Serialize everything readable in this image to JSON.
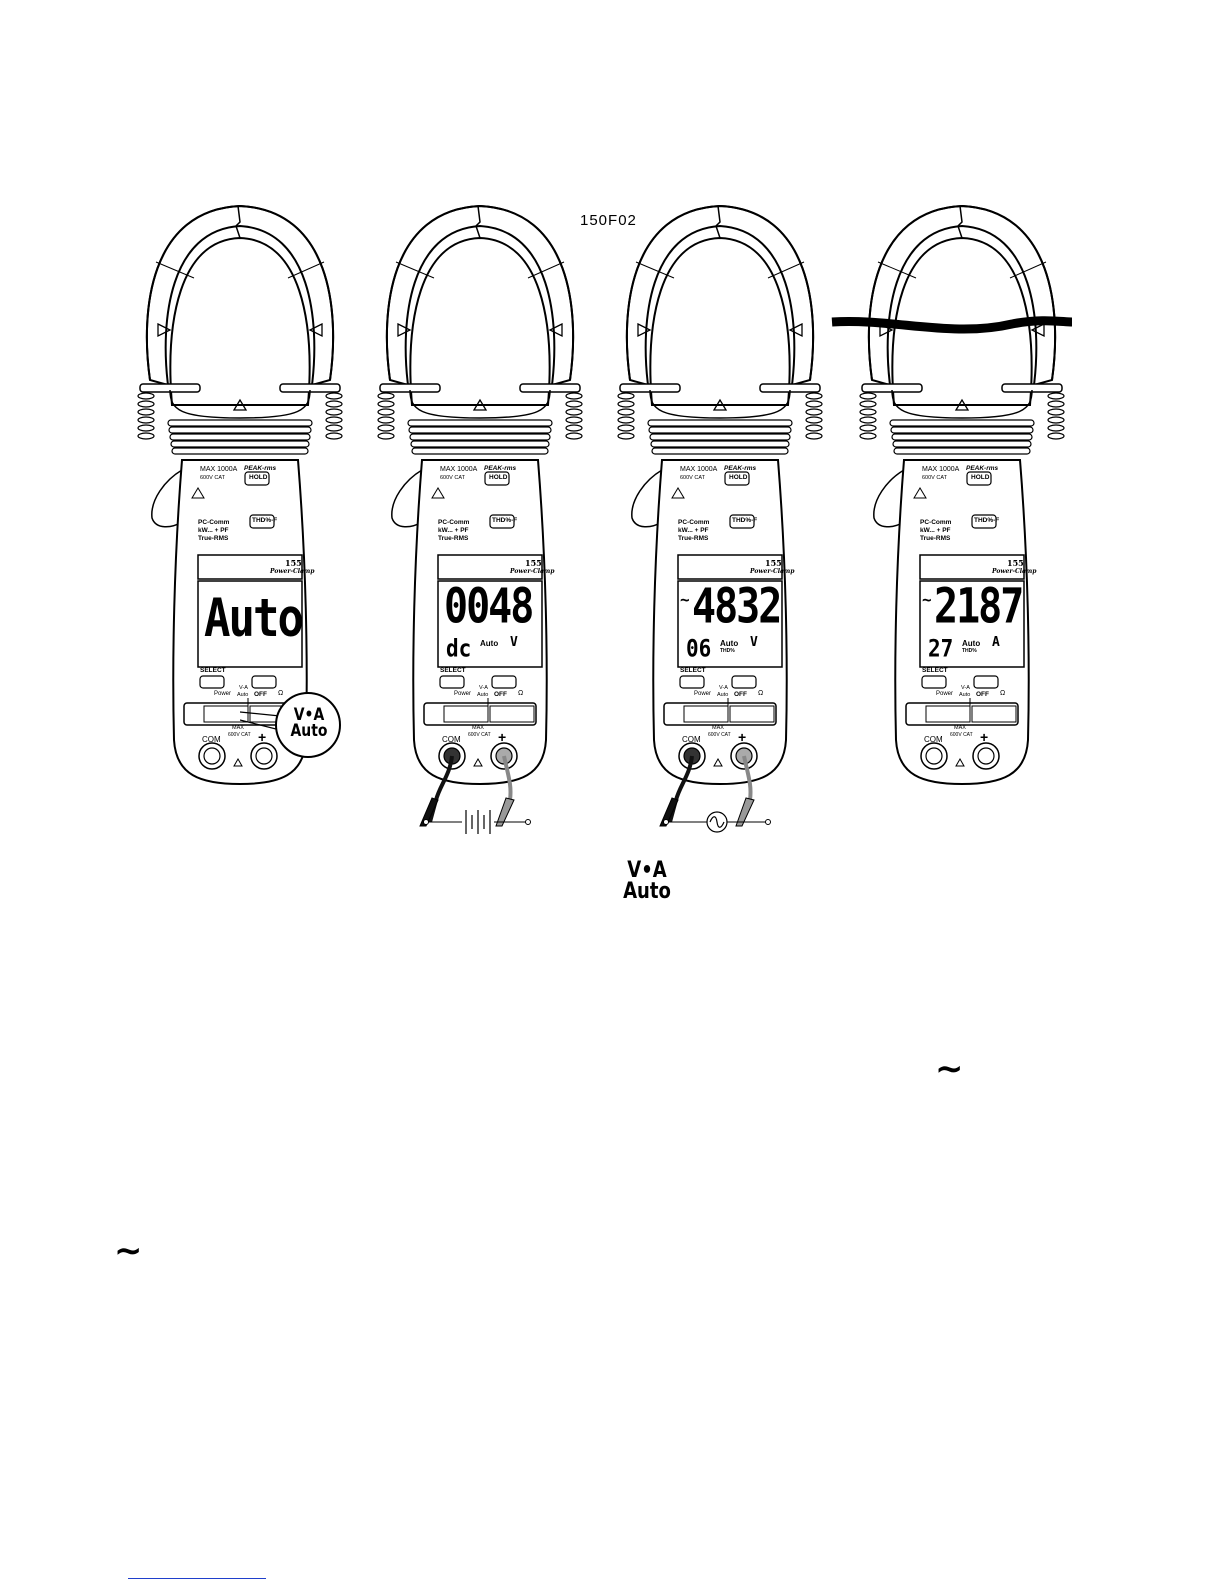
{
  "figure": {
    "id": "150F02"
  },
  "meter_common": {
    "max_current": "MAX 1000A",
    "category": "600V CAT",
    "peak_label": "PEAK-rms",
    "hold_label": "HOLD",
    "features": [
      "PC-Comm",
      "kW... + PF",
      "True-RMS"
    ],
    "thd_label": "THD%-F",
    "model": "155",
    "brand": "Power-Clamp",
    "select_label": "SELECT",
    "power_label": "Power",
    "va_label": "V-A",
    "auto_label": "Auto",
    "off_label": "OFF",
    "ohm_label": "Ω",
    "com_label": "COM",
    "max_label": "MAX",
    "plus_label": "+",
    "minus_label": "-"
  },
  "meters": [
    {
      "main": "Auto",
      "prefix": "",
      "sub_left": "",
      "sub_mid": "",
      "sub_pct": "",
      "unit": ""
    },
    {
      "main": "0048",
      "prefix": "",
      "sub_left": "dc",
      "sub_mid": "Auto",
      "sub_pct": "",
      "unit": "V"
    },
    {
      "main": "4832",
      "prefix": "~",
      "sub_left": "06",
      "sub_mid": "Auto",
      "sub_pct": "THD%",
      "unit": "V"
    },
    {
      "main": "2187",
      "prefix": "~",
      "sub_left": "27",
      "sub_mid": "Auto",
      "sub_pct": "THD%",
      "unit": "A"
    }
  ],
  "callout": {
    "line1": "V•A",
    "line2": "Auto"
  },
  "caption_symbol": {
    "line1": "V•A",
    "line2": "Auto"
  },
  "ac_symbols": [
    "∼",
    "∼"
  ]
}
